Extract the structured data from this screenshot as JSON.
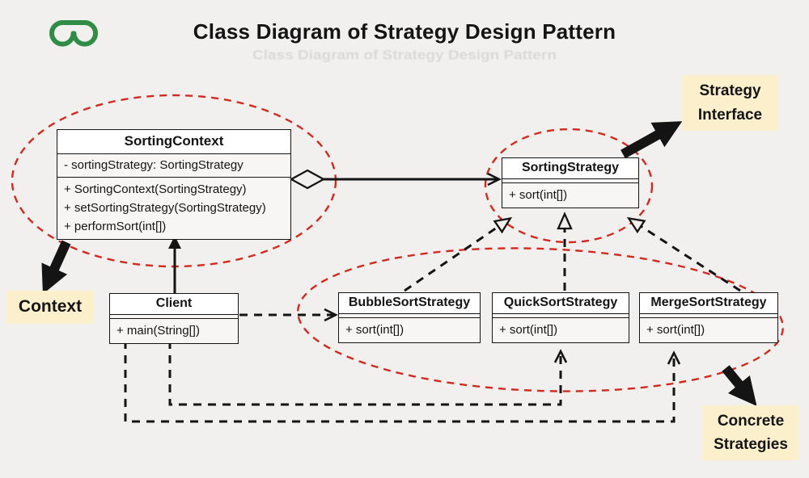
{
  "page": {
    "title": "Class Diagram of Strategy Design Pattern"
  },
  "callouts": {
    "strategy_interface": "Strategy Interface",
    "context": "Context",
    "concrete_strategies": "Concrete Strategies"
  },
  "classes": {
    "sorting_context": {
      "name": "SortingContext",
      "attributes": [
        "- sortingStrategy: SortingStrategy"
      ],
      "methods": [
        "+ SortingContext(SortingStrategy)",
        "+ setSortingStrategy(SortingStrategy)",
        "+ performSort(int[])"
      ]
    },
    "sorting_strategy": {
      "name": "SortingStrategy",
      "methods": [
        "+ sort(int[])"
      ]
    },
    "client": {
      "name": "Client",
      "methods": [
        "+ main(String[])"
      ]
    },
    "bubble_sort_strategy": {
      "name": "BubbleSortStrategy",
      "methods": [
        "+ sort(int[])"
      ]
    },
    "quick_sort_strategy": {
      "name": "QuickSortStrategy",
      "methods": [
        "+ sort(int[])"
      ]
    },
    "merge_sort_strategy": {
      "name": "MergeSortStrategy",
      "methods": [
        "+ sort(int[])"
      ]
    }
  },
  "colors": {
    "background": "#f1f0ef",
    "highlight_red": "#d6281e",
    "callout_yellow": "#fbf0cb",
    "line_black": "#141414",
    "logo_green": "#2f8d46"
  }
}
